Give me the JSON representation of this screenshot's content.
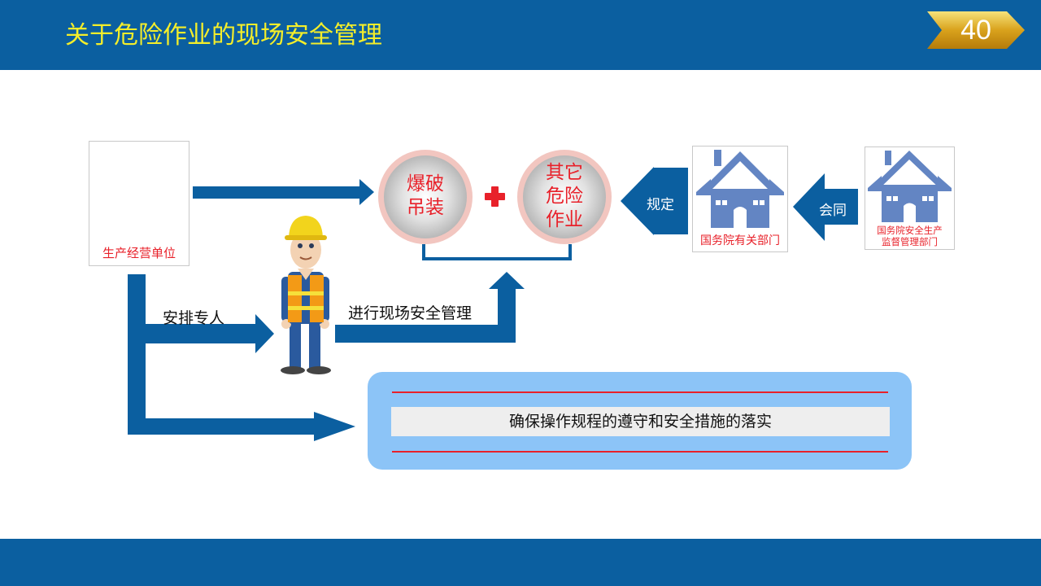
{
  "slide": {
    "title": "关于危险作业的现场安全管理",
    "page_number": "40"
  },
  "colors": {
    "header_bg": "#0b5fa0",
    "title_text": "#f4ee2a",
    "arrow_blue": "#0b5fa0",
    "accent_red": "#e8212a",
    "panel_bg": "#8cc4f7",
    "icon_blue": "#6385c3"
  },
  "icons": {
    "factory": "factory-icon",
    "worker": "construction-worker-icon",
    "house": "house-icon",
    "plus": "red-cross-icon"
  },
  "nodes": {
    "producer": "生产经营单位",
    "circle_left": [
      "爆破",
      "吊装"
    ],
    "circle_right": [
      "其它",
      "危险",
      "作业"
    ],
    "dept": "国务院有关部门",
    "safety_dept": [
      "国务院安全生产",
      "监督管理部门"
    ]
  },
  "arrows": {
    "regulate": "规定",
    "jointly": "会同",
    "assign": "安排专人",
    "manage": "进行现场安全管理"
  },
  "panel": {
    "text": "确保操作规程的遵守和安全措施的落实"
  }
}
